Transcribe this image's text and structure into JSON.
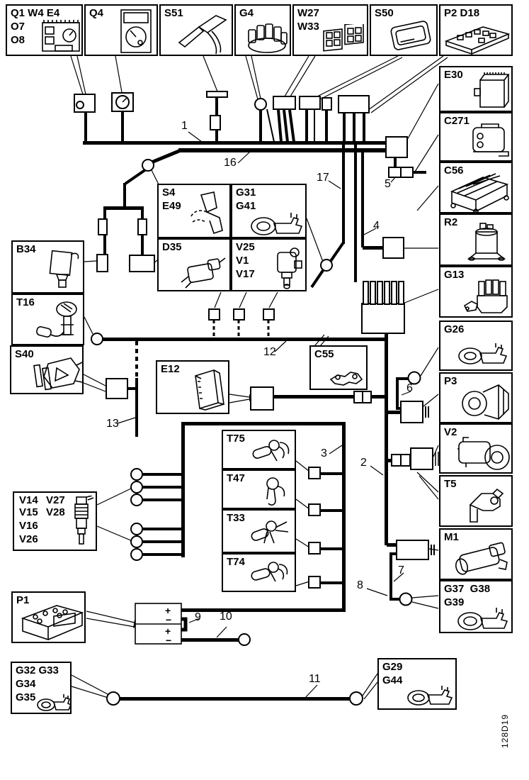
{
  "components": {
    "q1": {
      "lines": [
        "Q1 W4 E4",
        "O7",
        "O8"
      ]
    },
    "q4": {
      "lines": [
        "Q4"
      ]
    },
    "s51": {
      "lines": [
        "S51"
      ]
    },
    "g4": {
      "lines": [
        "G4"
      ]
    },
    "w27": {
      "lines": [
        "W27",
        "W33"
      ]
    },
    "s50": {
      "lines": [
        "S50"
      ]
    },
    "p2": {
      "lines": [
        "P2 D18"
      ]
    },
    "e30": {
      "lines": [
        "E30"
      ]
    },
    "c271": {
      "lines": [
        "C271"
      ]
    },
    "c56": {
      "lines": [
        "C56"
      ]
    },
    "r2": {
      "lines": [
        "R2"
      ]
    },
    "g13": {
      "lines": [
        "G13"
      ]
    },
    "g26": {
      "lines": [
        "G26"
      ]
    },
    "p3": {
      "lines": [
        "P3"
      ]
    },
    "v2": {
      "lines": [
        "V2"
      ]
    },
    "t5": {
      "lines": [
        "T5"
      ]
    },
    "m1": {
      "lines": [
        "M1"
      ]
    },
    "g37": {
      "lines": [
        "G37  G38",
        "G39"
      ]
    },
    "b34": {
      "lines": [
        "B34"
      ]
    },
    "t16": {
      "lines": [
        "T16"
      ]
    },
    "s40": {
      "lines": [
        "S40"
      ]
    },
    "s4": {
      "lines": [
        "S4",
        "E49"
      ]
    },
    "g31": {
      "lines": [
        "G31",
        "G41"
      ]
    },
    "d35": {
      "lines": [
        "D35"
      ]
    },
    "v25": {
      "lines": [
        "V25",
        "V1",
        "V17"
      ]
    },
    "c55": {
      "lines": [
        "C55"
      ]
    },
    "e12": {
      "lines": [
        "E12"
      ]
    },
    "t75": {
      "lines": [
        "T75"
      ]
    },
    "t47": {
      "lines": [
        "T47"
      ]
    },
    "t33": {
      "lines": [
        "T33"
      ]
    },
    "t74": {
      "lines": [
        "T74"
      ]
    },
    "vinj": {
      "col1": [
        "V14",
        "V15",
        "V16",
        "V26"
      ],
      "col2": [
        "V27",
        "V28"
      ]
    },
    "p1": {
      "lines": [
        "P1"
      ]
    },
    "g32": {
      "lines": [
        "G32 G33",
        "G34",
        "G35"
      ]
    },
    "g29": {
      "lines": [
        "G29",
        "G44"
      ]
    }
  },
  "wires": {
    "n1": "1",
    "n2": "2",
    "n3": "3",
    "n4": "4",
    "n5": "5",
    "n6": "6",
    "n7": "7",
    "n8": "8",
    "n9": "9",
    "n10": "10",
    "n11": "11",
    "n12": "12",
    "n13": "13",
    "n16": "16",
    "n17": "17"
  },
  "battery": [
    "+",
    "−",
    "+",
    "−"
  ],
  "drawing_code": "128D19"
}
